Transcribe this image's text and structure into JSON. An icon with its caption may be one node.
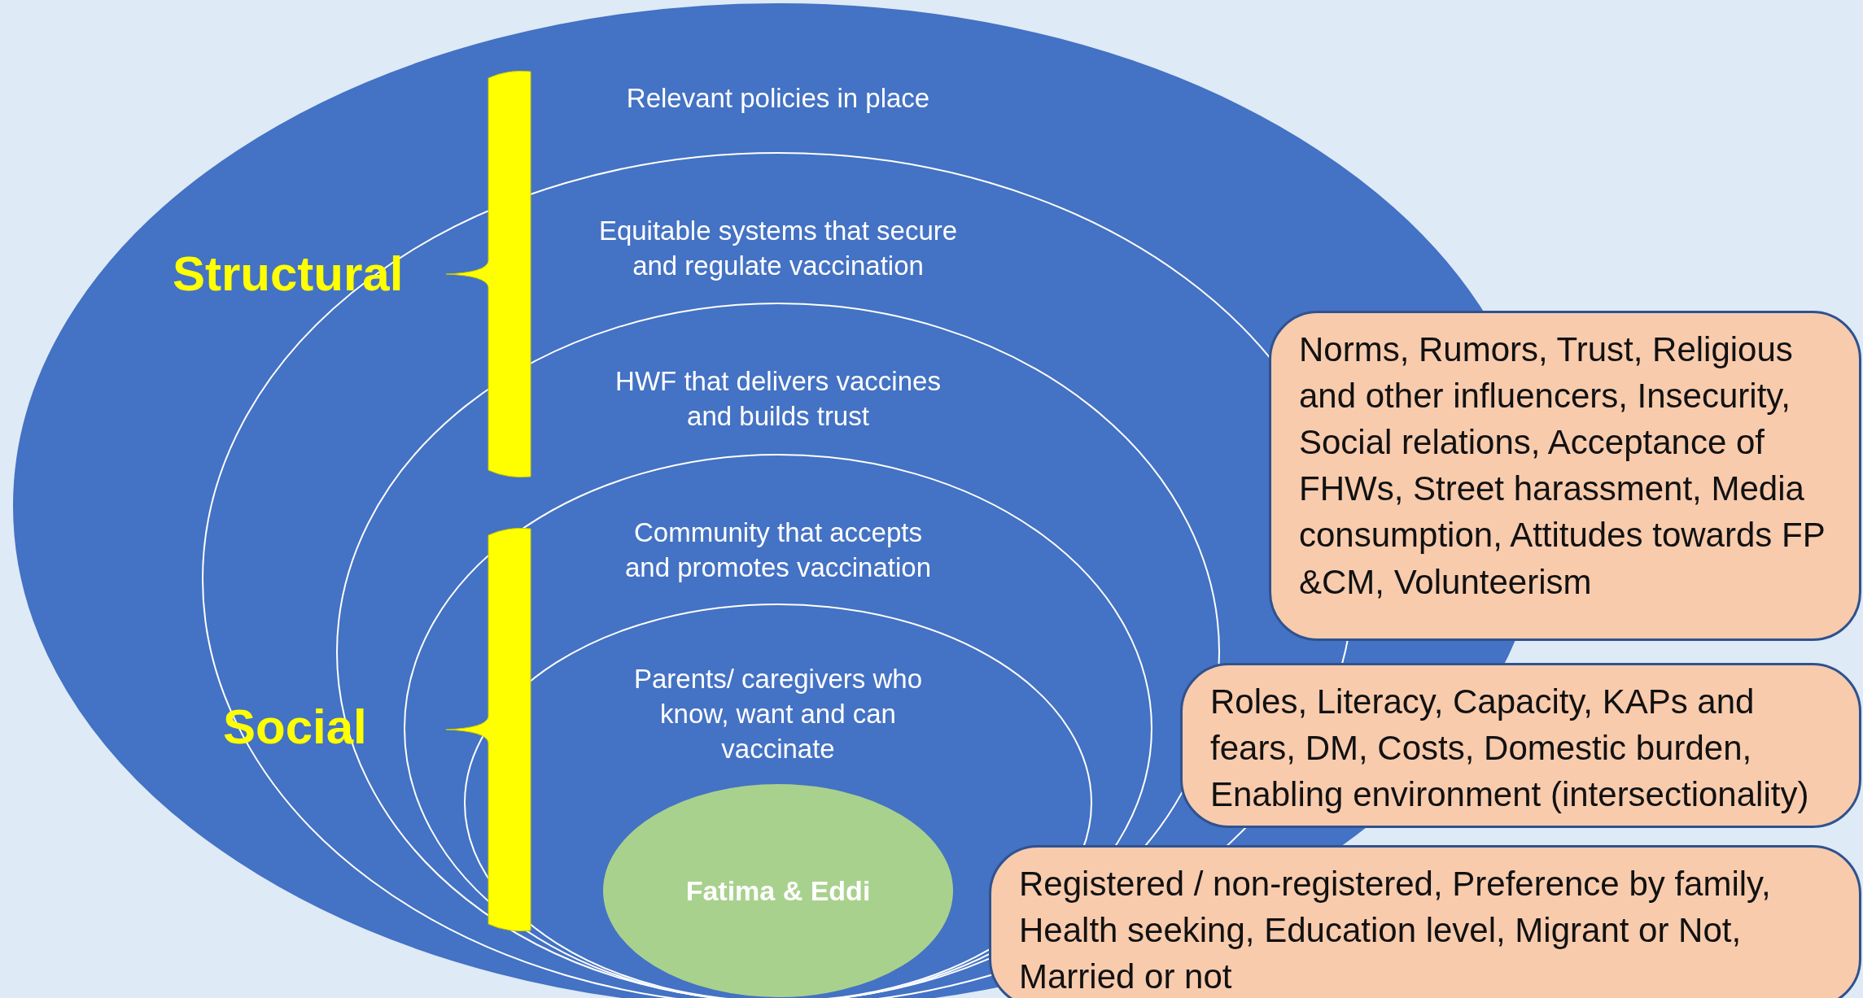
{
  "diagram": {
    "nodes": [
      {
        "text": [
          "Relevant policies in place"
        ]
      },
      {
        "text": [
          "Equitable systems that secure and regulate vaccination"
        ],
        "in": 0
      },
      {
        "text": [
          "HWF that delivers vaccines and builds trust"
        ],
        "in": 1
      },
      {
        "text": [
          "Community that accepts and promotes vaccination"
        ],
        "in": 2
      },
      {
        "text": [
          "Parents/ caregivers who know, want and can vaccinate"
        ],
        "in": 3
      },
      {
        "text": [
          "Fatima & Eddi"
        ],
        "in": 4
      },
      {
        "text": [
          "Norms, Rumors, Trust, Religious and other influencers, Insecurity, Social relations, Acceptance of FHWs, Street harassment, Media consumption, Attitudes towards FP &CM, Volunteerism"
        ]
      },
      {
        "text": [
          "Roles, Literacy, Capacity, KAPs and fears, DM, Costs, Domestic burden, Enabling environment (intersectionality)"
        ]
      },
      {
        "text": [
          "Registered / non-registered, Preference by family, Health seeking, Education level, Migrant or Not, Married or not"
        ]
      },
      {
        "text": [],
        "shape": "bracket",
        "in": 0
      },
      {
        "text": [],
        "shape": "bracket",
        "in": 3
      }
    ],
    "labels": [
      "Structural",
      "Social"
    ]
  }
}
